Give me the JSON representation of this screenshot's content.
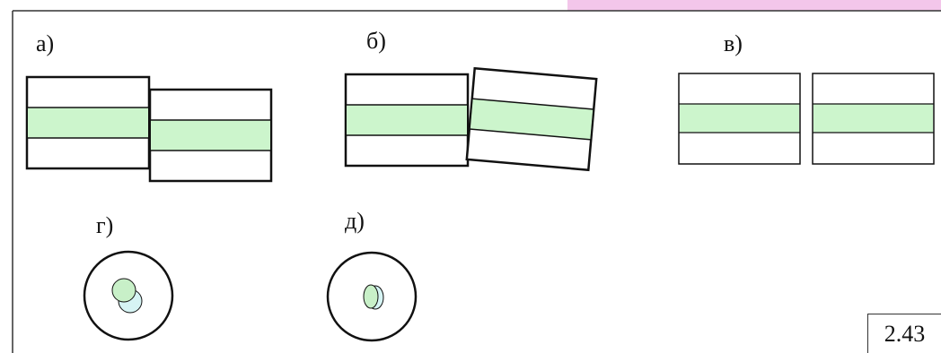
{
  "labels": {
    "a": "а)",
    "b": "б)",
    "v": "в)",
    "g": "г)",
    "d": "д)"
  },
  "figure_number": "2.43",
  "colors": {
    "stripe": "#ccf5cc",
    "circle_overlap_front": "#c8f0c8",
    "circle_overlap_back": "#d6f4f4",
    "outline": "#111111",
    "header_accent": "#e080c8"
  }
}
